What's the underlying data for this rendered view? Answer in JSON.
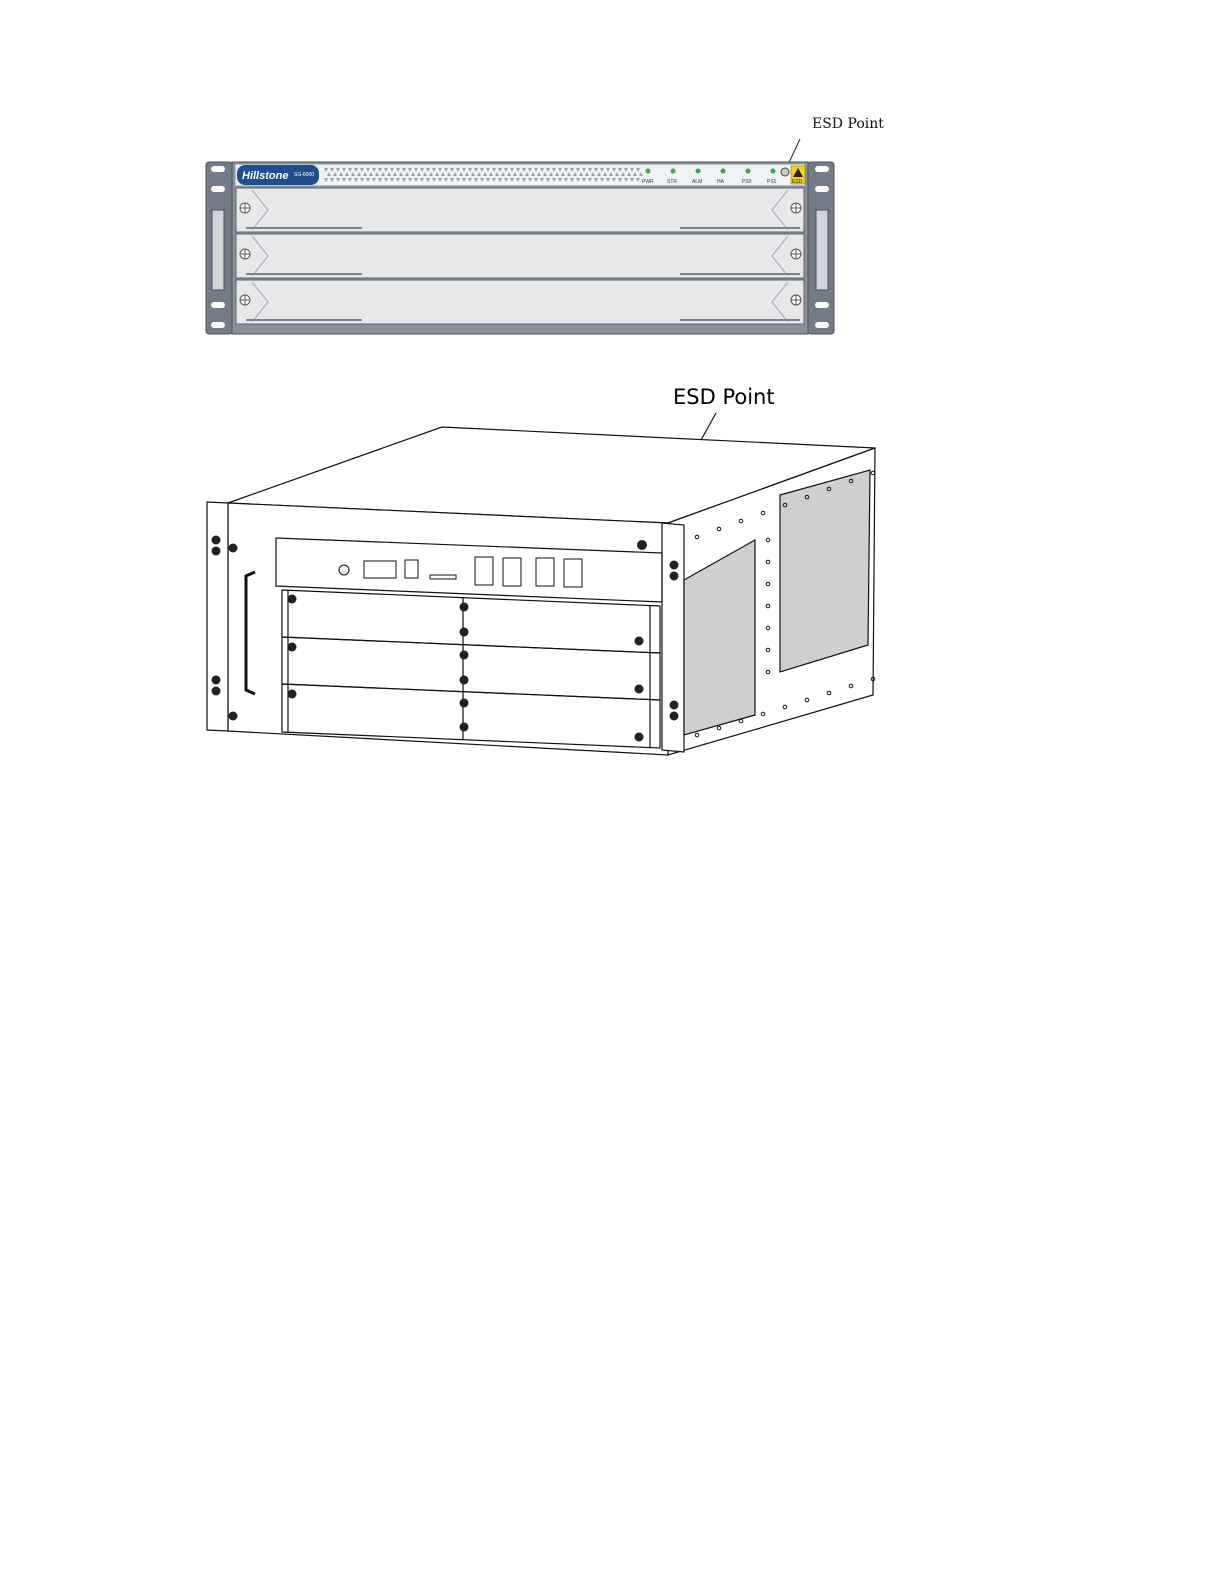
{
  "figure1": {
    "brand": "Hillstone",
    "model": "SG-6000",
    "series": "",
    "led_labels": [
      "PWR",
      "STR",
      "ALM",
      "HA",
      "PS0",
      "PS1"
    ],
    "esd_badge": "ESD",
    "callout": "ESD Point"
  },
  "figure2": {
    "callout": "ESD Point"
  },
  "colors": {
    "rail": "#6b7380",
    "brand_blue": "#1f4e8c",
    "panel": "#e6e8ea",
    "led_green": "#3aa655",
    "esd_yellow": "#f3d21d"
  }
}
